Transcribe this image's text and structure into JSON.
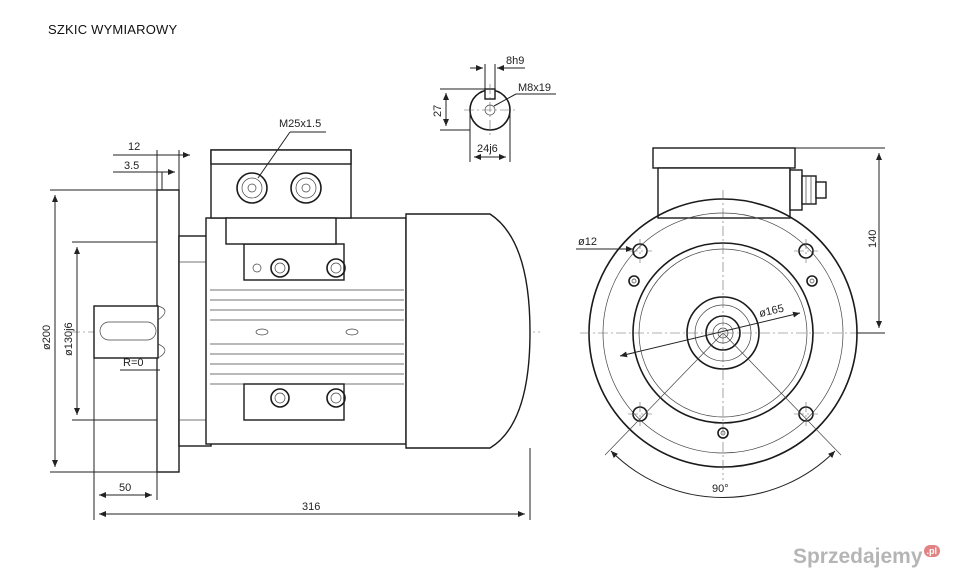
{
  "title": "SZKIC WYMIAROWY",
  "dims": {
    "d12top": "12",
    "d3_5": "3.5",
    "m25": "M25x1.5",
    "d200": "ø200",
    "d130": "ø130j6",
    "r0": "R=0",
    "d50": "50",
    "d316": "316",
    "d8h9": "8h9",
    "m8": "M8x19",
    "d27": "27",
    "d24": "24j6",
    "d12hole": "ø12",
    "d165": "ø165",
    "d140": "140",
    "d90": "90°"
  },
  "watermark": {
    "text": "Sprzedajemy",
    "badge": ".pl"
  }
}
